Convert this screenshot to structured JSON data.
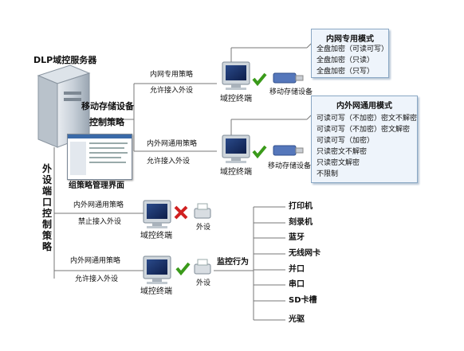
{
  "server": {
    "title": "DLP域控服务器"
  },
  "vertical_label": "外设端口控制策略",
  "policy_group": {
    "line1": "移动存储设备",
    "line2": "控制策略",
    "gui_caption": "组策略管理界面"
  },
  "branches": [
    {
      "top_label": "内网专用策略",
      "bottom_label": "允许接入外设",
      "terminal": "域控终端",
      "device": "移动存储设备"
    },
    {
      "top_label": "内外网通用策略",
      "bottom_label": "允许接入外设",
      "terminal": "域控终端",
      "device": "移动存储设备"
    },
    {
      "top_label": "内外网通用策略",
      "bottom_label": "禁止接入外设",
      "terminal": "域控终端",
      "device": "外设"
    },
    {
      "top_label": "内外网通用策略",
      "bottom_label": "允许接入外设",
      "terminal": "域控终端",
      "device": "外设"
    }
  ],
  "mode_boxes": [
    {
      "title": "内网专用模式",
      "rows": [
        "全盘加密（可读可写）",
        "全盘加密（只读）",
        "全盘加密（只写）"
      ]
    },
    {
      "title": "内外网通用模式",
      "rows": [
        "可读可写（不加密）密文不解密",
        "可读可写（不加密）密文解密",
        "可读可写（加密）",
        "只读密文不解密",
        "只读密文解密",
        "不限制"
      ]
    }
  ],
  "monitor": {
    "label": "监控行为",
    "items": [
      "打印机",
      "刻录机",
      "蓝牙",
      "无线网卡",
      "并口",
      "串口",
      "SD卡槽",
      "光驱"
    ]
  },
  "colors": {
    "line": "#777777",
    "box_bg": "#eef4fb",
    "box_border": "#8aa7c4",
    "check": "#3a9a1a",
    "cross": "#d02020"
  }
}
